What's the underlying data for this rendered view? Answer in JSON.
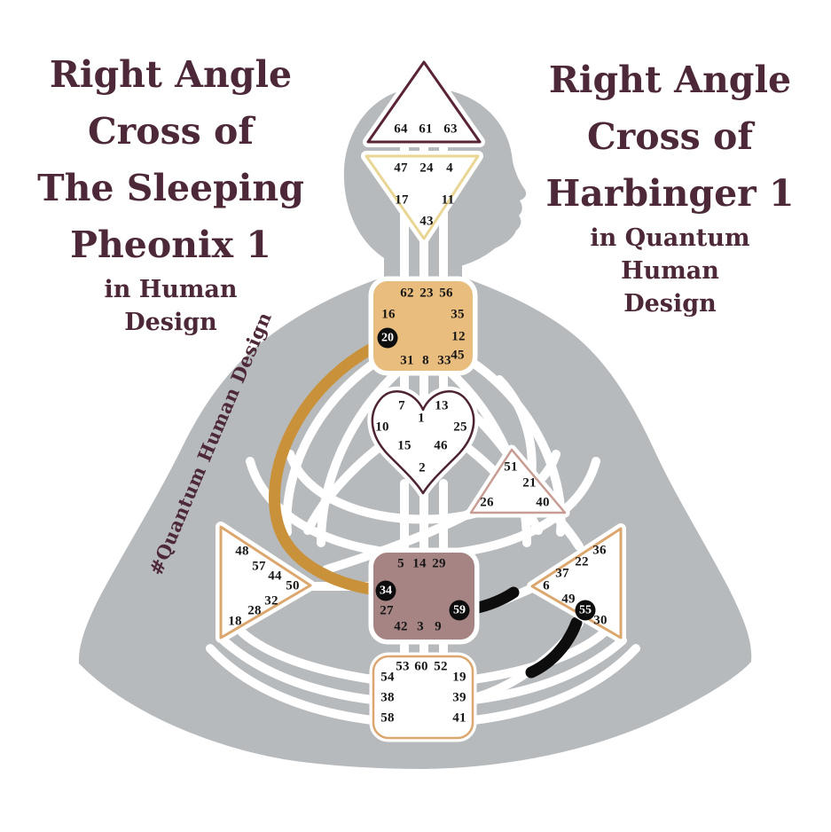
{
  "left_title": {
    "lines": [
      "Right Angle",
      "Cross of",
      "The Sleeping",
      "Pheonix 1"
    ],
    "subtitle": [
      "in Human",
      "Design"
    ]
  },
  "right_title": {
    "lines": [
      "Right Angle",
      "Cross of",
      "Harbinger 1"
    ],
    "subtitle": [
      "in Quantum",
      "Human",
      "Design"
    ]
  },
  "hashtag": "#Quantum Human Design",
  "colors": {
    "title_text": "#4d2838",
    "body_silhouette": "#b7babd",
    "channel_white": "#ffffff",
    "throat_fill": "#e9bd7e",
    "sacral_fill": "#a78484",
    "head_border": "#582436",
    "ajna_border": "#e9d694",
    "g_border": "#4e2435",
    "will_border": "#c79d93",
    "spleen_border": "#dca76e",
    "solar_border": "#dca76e",
    "root_border": "#dca76e",
    "defined_channel": "#c9923a",
    "hanging_channel": "#0d0d0d",
    "gate_highlight_bg": "#0d0d0d"
  },
  "graph": {
    "head": {
      "gates": [
        "64",
        "61",
        "63"
      ]
    },
    "ajna": {
      "gates": [
        "47",
        "24",
        "4",
        "17",
        "11",
        "43"
      ]
    },
    "throat": {
      "gates": [
        "62",
        "23",
        "56",
        "16",
        "35",
        "20",
        "12",
        "45",
        "31",
        "8",
        "33"
      ]
    },
    "g": {
      "gates": [
        "7",
        "13",
        "1",
        "10",
        "25",
        "15",
        "46",
        "2"
      ]
    },
    "will": {
      "gates": [
        "51",
        "21",
        "26",
        "40"
      ]
    },
    "spleen": {
      "gates": [
        "48",
        "57",
        "44",
        "50",
        "32",
        "28",
        "18"
      ]
    },
    "sacral": {
      "gates": [
        "5",
        "14",
        "29",
        "34",
        "27",
        "59",
        "42",
        "3",
        "9"
      ]
    },
    "solar": {
      "gates": [
        "36",
        "22",
        "37",
        "6",
        "49",
        "55",
        "30"
      ]
    },
    "root": {
      "gates": [
        "53",
        "60",
        "52",
        "54",
        "19",
        "38",
        "39",
        "58",
        "41"
      ]
    },
    "highlighted_gates": [
      "20",
      "34",
      "59",
      "55"
    ],
    "defined_channel": {
      "gates": "20-34"
    },
    "hanging_channels": [
      {
        "from": "59",
        "toward": "6"
      },
      {
        "from": "55",
        "toward": "39"
      }
    ]
  }
}
